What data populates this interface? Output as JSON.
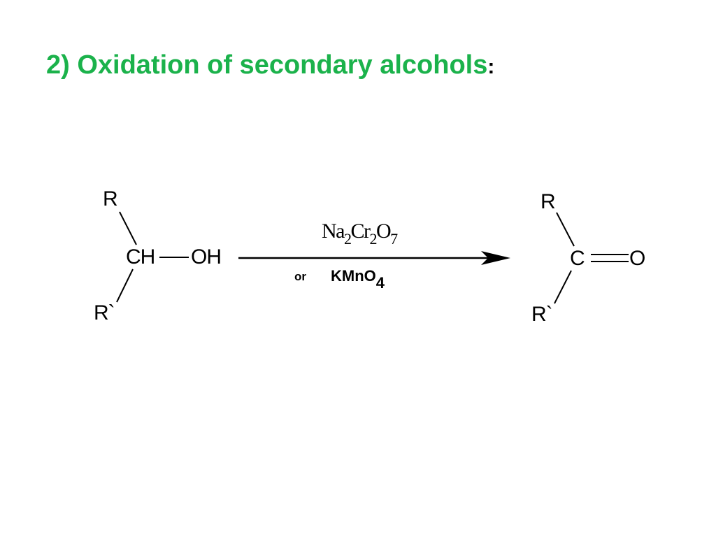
{
  "title": {
    "main": "2) Oxidation of secondary alcohols",
    "colon": ":"
  },
  "reactant": {
    "top_group": "R",
    "carbon": "CH",
    "hydroxyl": "OH",
    "bottom_group": "R`"
  },
  "reagents": {
    "primary": {
      "na": "Na",
      "na_sub": "2",
      "cr": "Cr",
      "cr_sub": "2",
      "o": "O",
      "o_sub": "7"
    },
    "or_label": "or",
    "alternative": {
      "base": "KMnO",
      "sub": "4"
    }
  },
  "product": {
    "top_group": "R",
    "carbon": "C",
    "oxygen": "O",
    "bottom_group": "R`"
  }
}
